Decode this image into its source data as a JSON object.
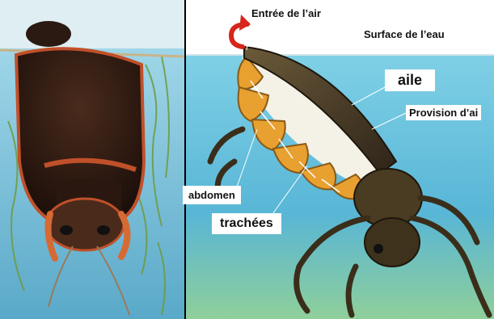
{
  "labels": {
    "entree_air": "Entrée de l’air",
    "surface_eau": "Surface de l’eau",
    "aile": "aile",
    "provision_air": "Provision d’ai",
    "abdomen": "abdomen",
    "trachees": "trachées"
  },
  "colors": {
    "water": "#4fb3d6",
    "beetle_body": "#3a2418",
    "beetle_edge": "#c0502a",
    "air_supply": "#f4f1e6",
    "abdomen_segments": "#e8a030",
    "arrow": "#d7261b"
  },
  "icons": {
    "arrow": "curved-arrow-icon"
  }
}
